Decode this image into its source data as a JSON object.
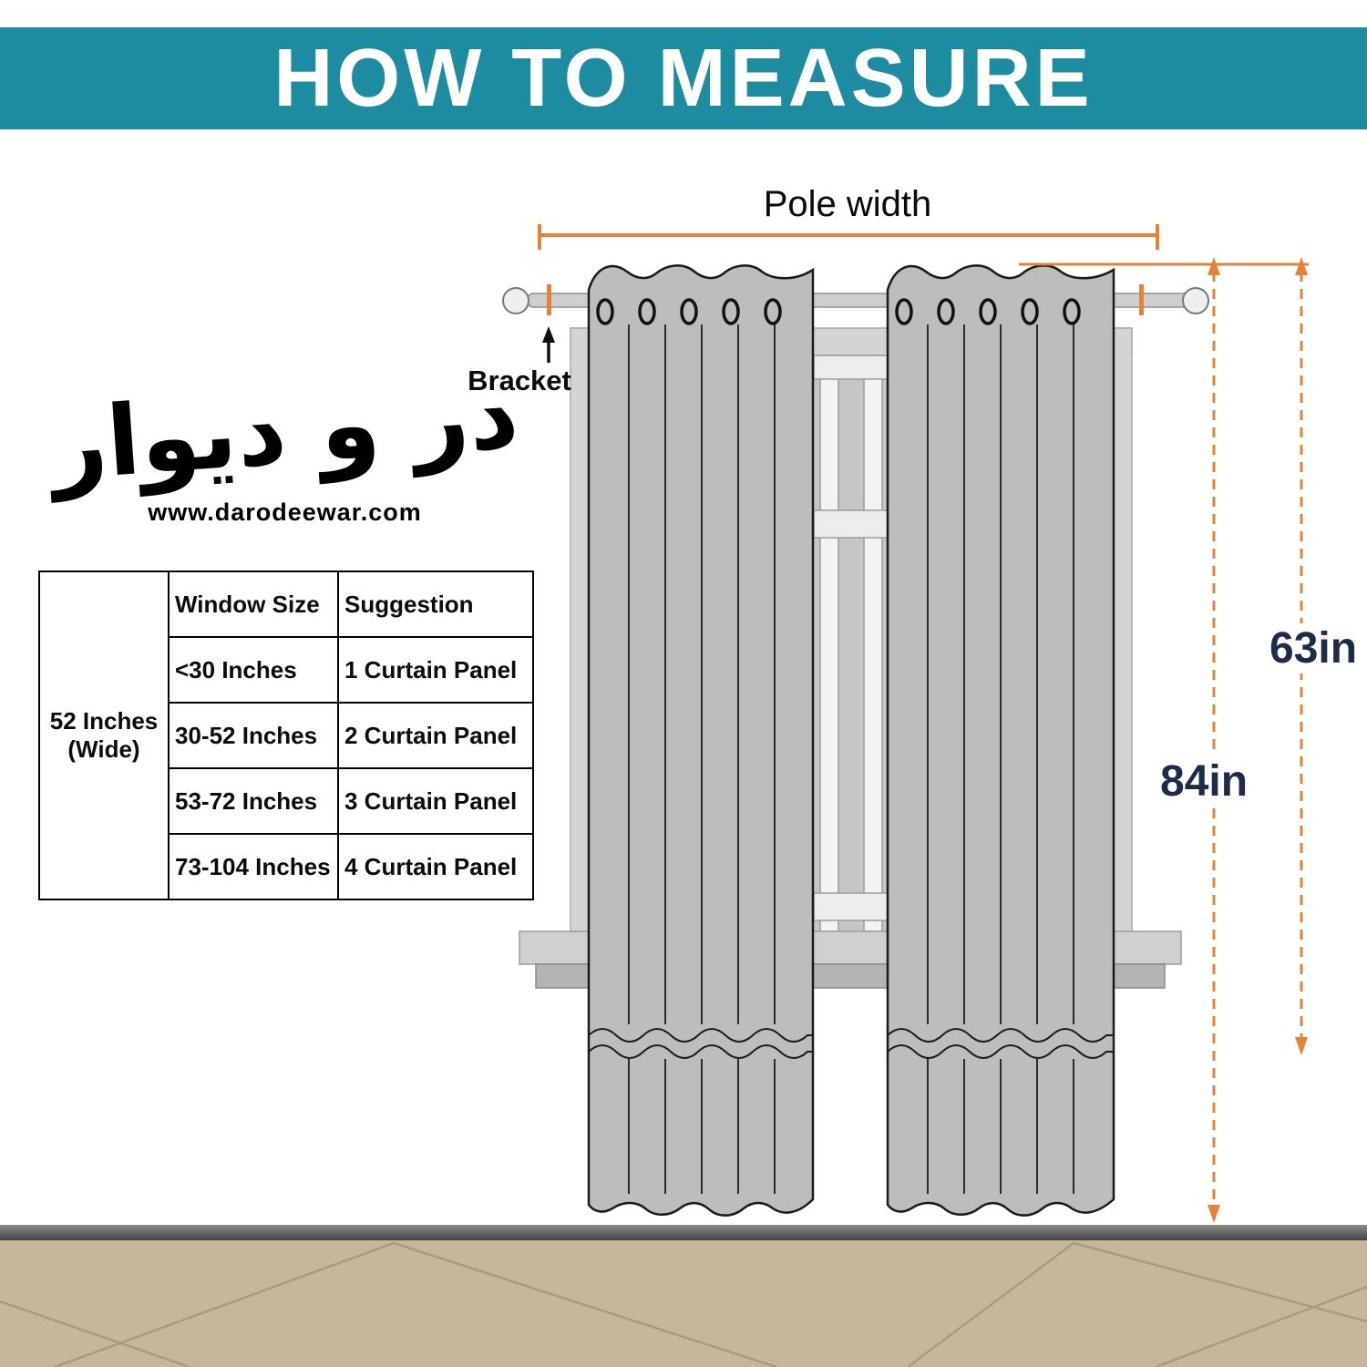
{
  "header": {
    "title": "HOW TO MEASURE"
  },
  "logo": {
    "calligraphy": "در و دیوار",
    "url": "www.darodeewar.com"
  },
  "diagram": {
    "pole_width_label": "Pole width",
    "bracket_label": "Bracket",
    "curtain_length_short": "63in",
    "curtain_length_long": "84in"
  },
  "size_table": {
    "side_label": "52 Inches (Wide)",
    "headers": [
      "Window Size",
      "Suggestion"
    ],
    "rows": [
      [
        "<30 Inches",
        "1 Curtain Panel"
      ],
      [
        "30-52 Inches",
        "2 Curtain Panel"
      ],
      [
        "53-72 Inches",
        "3 Curtain Panel"
      ],
      [
        "73-104 Inches",
        "4 Curtain Panel"
      ]
    ]
  },
  "colors": {
    "teal": "#1d8ca1",
    "orange": "#e5823a",
    "navy": "#1c2b4a",
    "curtain-gray": "#bdbdbd",
    "floor-tan": "#c5b79c"
  }
}
